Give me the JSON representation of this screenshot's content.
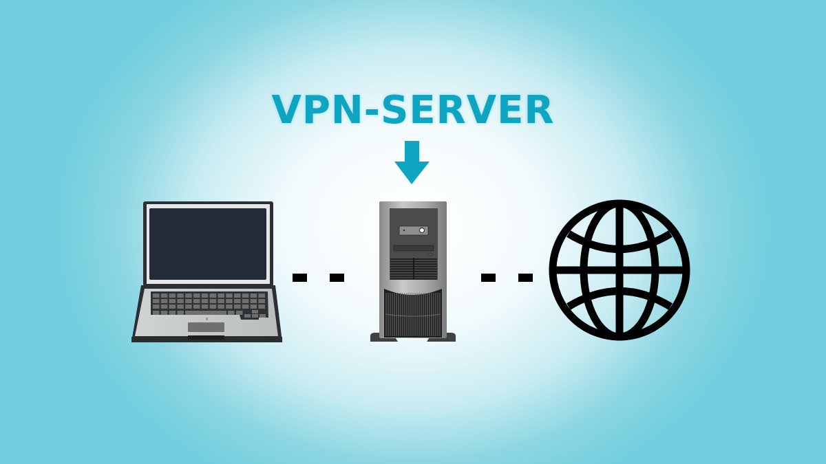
{
  "title": "VPN-SERVER",
  "colors": {
    "accent": "#0ea5c3",
    "background_edge": "#72cfdf",
    "background_center": "#ffffff",
    "connector": "#000000",
    "screen": "#232b38"
  },
  "nodes": [
    {
      "id": "client",
      "icon": "laptop-icon"
    },
    {
      "id": "vpn-server",
      "icon": "server-tower-icon"
    },
    {
      "id": "internet",
      "icon": "globe-icon"
    }
  ],
  "connections": [
    {
      "from": "client",
      "to": "vpn-server",
      "style": "dashed"
    },
    {
      "from": "vpn-server",
      "to": "internet",
      "style": "dashed"
    }
  ],
  "pointer": {
    "target": "vpn-server",
    "icon": "arrow-down-icon"
  }
}
